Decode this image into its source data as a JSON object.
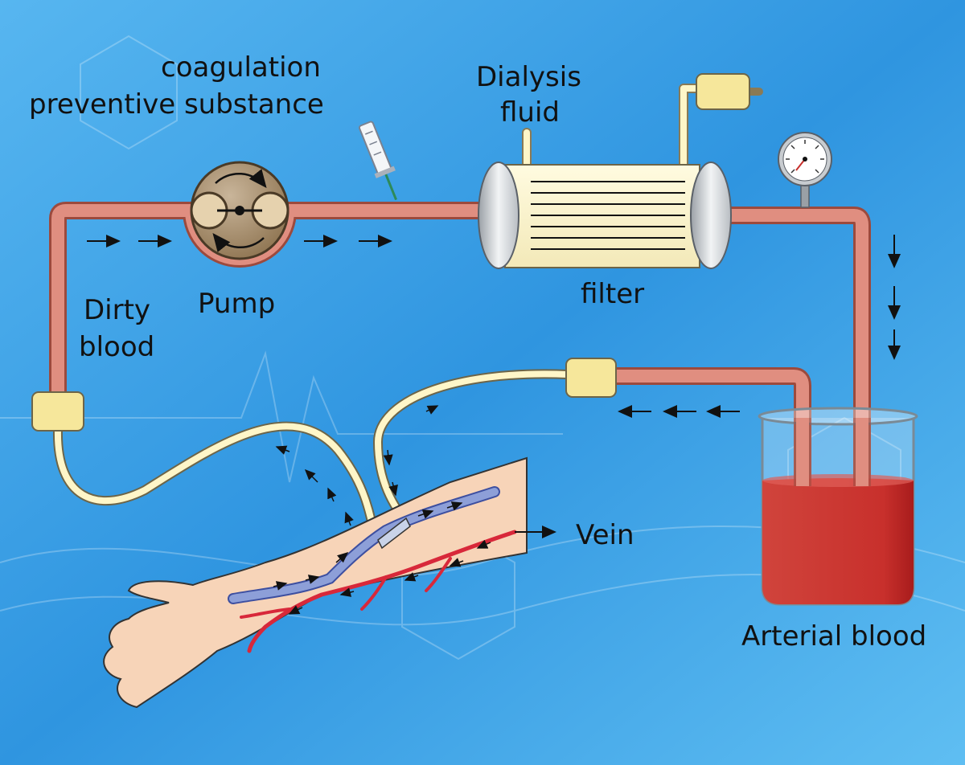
{
  "labels": {
    "anticoagulant_line1": "coagulation",
    "anticoagulant_line2": "preventive substance",
    "dialysis_line1": "Dialysis",
    "dialysis_line2": "fluid",
    "pump": "Pump",
    "dirty_line1": "Dirty",
    "dirty_line2": "blood",
    "filter": "filter",
    "vein": "Vein",
    "arterial": "Arterial blood"
  },
  "colors": {
    "background": "#3aa0e6",
    "tube": "#e08e80",
    "tube_outline": "#9c4a3d",
    "connector": "#f6e79b",
    "blood": "#c8302c",
    "skin": "#f7d4b8",
    "vein": "#8d9fd8",
    "artery": "#d8283a"
  },
  "icons": [
    "pump-icon",
    "syringe-icon",
    "pressure-gauge-icon",
    "beaker-icon",
    "arm-icon"
  ]
}
